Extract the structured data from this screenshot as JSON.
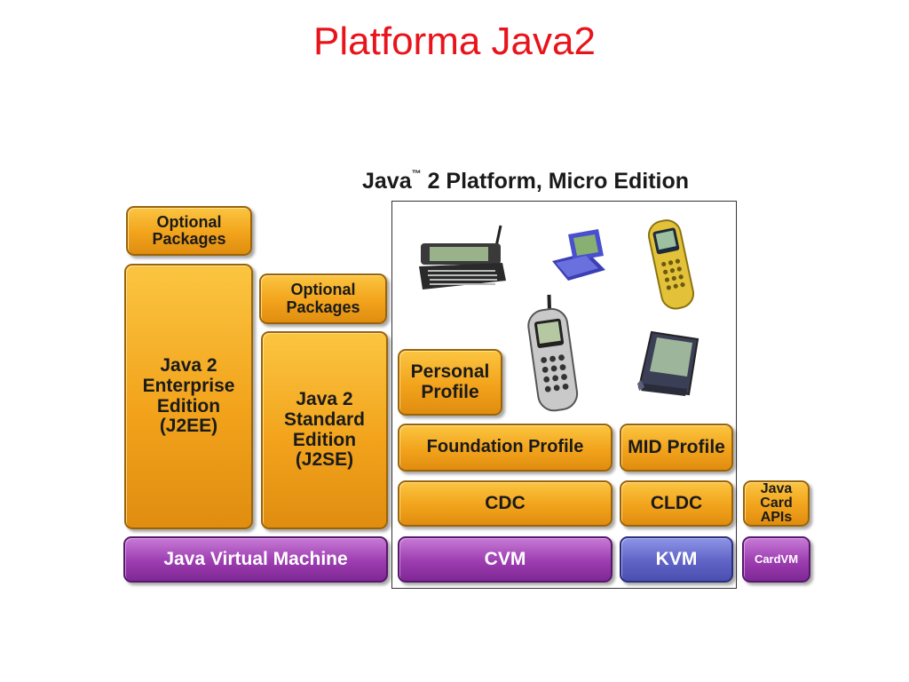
{
  "slide": {
    "title": "Platforma Java2"
  },
  "micro_edition": {
    "heading": "Java",
    "tm": "™",
    "heading_rest": " 2 Platform, Micro Edition"
  },
  "boxes": {
    "opt_pkg_ee": "Optional Packages",
    "j2ee": "Java 2 Enterprise Edition (J2EE)",
    "opt_pkg_se": "Optional Packages",
    "j2se": "Java 2 Standard Edition (J2SE)",
    "jvm": "Java Virtual Machine",
    "personal_profile": "Personal Profile",
    "foundation_profile": "Foundation Profile",
    "mid_profile": "MID Profile",
    "cdc": "CDC",
    "cldc": "CLDC",
    "cvm": "CVM",
    "kvm": "KVM",
    "javacard_apis": "Java Card APIs",
    "cardvm": "CardVM"
  },
  "colors": {
    "title": "#e8141b",
    "orange": "#f2a31b",
    "purple": "#9c3cb0",
    "blue": "#5e63c5"
  },
  "devices": [
    "communicator-phone",
    "pager",
    "yellow-cell-phone",
    "silver-cell-phone",
    "pda"
  ]
}
